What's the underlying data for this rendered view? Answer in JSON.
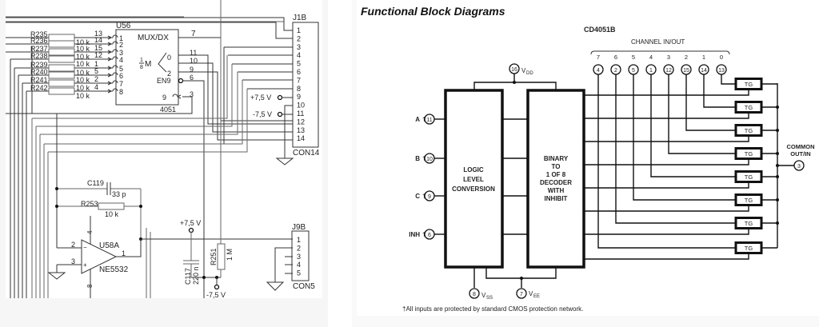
{
  "left_schematic": {
    "mux": {
      "ref": "U56",
      "function": "MUX/DX",
      "part": "4051",
      "select_label": "1/8 M",
      "select_num": "1",
      "select_den": "8",
      "select_m": "M",
      "enable_label": "EN9",
      "inputs": [
        "1",
        "2",
        "3",
        "4",
        "5",
        "6",
        "7",
        "8"
      ],
      "select_pins": [
        "0",
        "2"
      ],
      "enable_pin_label": "9"
    },
    "mux_pin_numbers_left": [
      "13",
      "14",
      "15",
      "12",
      "1",
      "5",
      "2",
      "4"
    ],
    "mux_pin_numbers_right": [
      "7",
      "11",
      "10",
      "9",
      "6",
      "3"
    ],
    "resistors": [
      {
        "ref": "R235",
        "value": "10 k"
      },
      {
        "ref": "R236",
        "value": "10 k"
      },
      {
        "ref": "R237",
        "value": "10 k"
      },
      {
        "ref": "R238",
        "value": "10 k"
      },
      {
        "ref": "R239",
        "value": "10 k"
      },
      {
        "ref": "R240",
        "value": "10 k"
      },
      {
        "ref": "R241",
        "value": "10 k"
      },
      {
        "ref": "R242",
        "value": "10 k"
      }
    ],
    "connector_j1b": {
      "ref": "J1B",
      "type": "CON14",
      "pins": [
        "1",
        "2",
        "3",
        "4",
        "5",
        "6",
        "7",
        "8",
        "9",
        "10",
        "11",
        "12",
        "13",
        "14"
      ],
      "pos_supply": "+7,5 V",
      "neg_supply": "-7,5 V"
    },
    "opamp": {
      "ref": "U58A",
      "part": "NE5532",
      "pin_inv": "2",
      "pin_noninv": "3",
      "pin_out": "1",
      "pin_vplus": "4",
      "pin_vminus": "8",
      "minus_sign": "−",
      "plus_sign": "+"
    },
    "c119": {
      "ref": "C119",
      "value": "33 p"
    },
    "r253": {
      "ref": "R253",
      "value": "10 k"
    },
    "c117": {
      "ref": "C117",
      "value": "220 n"
    },
    "r251": {
      "ref": "R251",
      "value": "1 M"
    },
    "supply_pos": "+7,5 V",
    "supply_neg": "-7,5 V",
    "connector_j9b": {
      "ref": "J9B",
      "type": "CON5",
      "pins": [
        "1",
        "2",
        "3",
        "4",
        "5"
      ]
    }
  },
  "right_diagram": {
    "heading": "Functional Block Diagrams",
    "part": "CD4051B",
    "channel_label": "CHANNEL IN/OUT",
    "channels": [
      {
        "channel": "7",
        "pin": "4"
      },
      {
        "channel": "6",
        "pin": "2"
      },
      {
        "channel": "5",
        "pin": "5"
      },
      {
        "channel": "4",
        "pin": "1"
      },
      {
        "channel": "3",
        "pin": "12"
      },
      {
        "channel": "2",
        "pin": "15"
      },
      {
        "channel": "1",
        "pin": "14"
      },
      {
        "channel": "0",
        "pin": "13"
      }
    ],
    "vdd": {
      "pin": "16",
      "label": "V",
      "sub": "DD"
    },
    "vss": {
      "pin": "8",
      "label": "V",
      "sub": "SS"
    },
    "vee": {
      "pin": "7",
      "label": "V",
      "sub": "EE"
    },
    "inputs": [
      {
        "name": "A",
        "pin": "11"
      },
      {
        "name": "B",
        "pin": "10"
      },
      {
        "name": "C",
        "pin": "9"
      },
      {
        "name": "INH",
        "pin": "6"
      }
    ],
    "dagger": "†",
    "block1": [
      "LOGIC",
      "LEVEL",
      "CONVERSION"
    ],
    "block2": [
      "BINARY",
      "TO",
      "1 OF 8",
      "DECODER",
      "WITH",
      "INHIBIT"
    ],
    "tg_label": "TG",
    "common": {
      "line1": "COMMON",
      "line2": "OUT/IN",
      "pin": "3"
    },
    "footnote": "†All inputs are protected by standard CMOS protection network."
  }
}
